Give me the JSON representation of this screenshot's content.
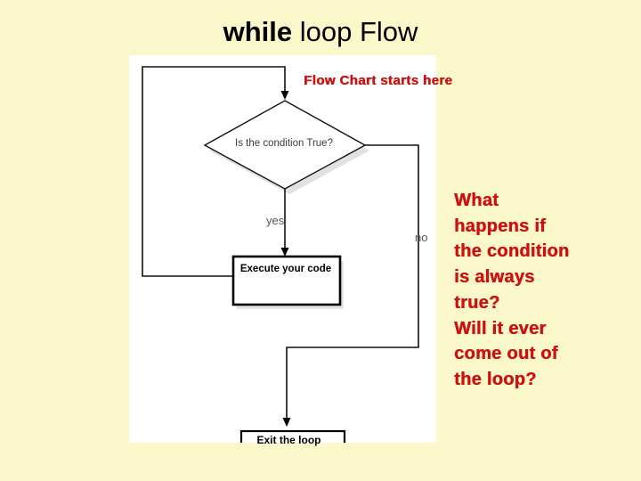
{
  "slide": {
    "background_color": "#FAF8CB",
    "title": {
      "bold_part": "while",
      "normal_part": " loop Flow"
    }
  },
  "annotations": {
    "starts_here": "Flow Chart starts here",
    "accent_color": "#CC1111"
  },
  "question_block": {
    "lines": [
      "What",
      "happens if",
      "the condition",
      "is always",
      "true?",
      "Will it ever",
      "come out of",
      "the loop?"
    ]
  },
  "flowchart": {
    "panel_color": "#FFFFFF",
    "decision": {
      "label": "Is the condition True?",
      "shape": "diamond"
    },
    "process": {
      "label": "Execute your code",
      "shape": "rectangle"
    },
    "exit": {
      "label": "Exit the loop",
      "shape": "rectangle"
    },
    "branches": {
      "yes": "yes",
      "no": "no"
    }
  }
}
